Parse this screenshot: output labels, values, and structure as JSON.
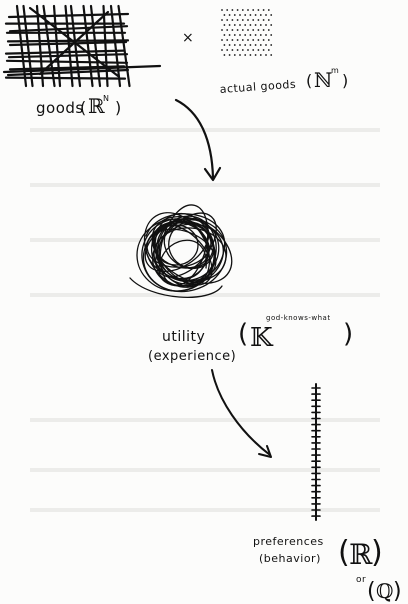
{
  "labels": {
    "goods": "goods",
    "goods_space": "ℝ",
    "goods_exp": "N",
    "times": "×",
    "actual_goods": "actual goods",
    "actual_space": "ℕ",
    "actual_exp": "m",
    "utility": "utility",
    "experience": "(experience)",
    "utility_space": "𝕂",
    "utility_exp": "god-knows-what",
    "preferences": "preferences",
    "behavior": "(behavior)",
    "pref_space_1": "ℝ",
    "or": "or",
    "pref_space_2": "ℚ"
  },
  "colors": {
    "ink": "#111111",
    "paper": "#fcfcfb"
  },
  "icons": {
    "goods": "crosshatch-grid-icon",
    "actual_goods": "dot-lattice-icon",
    "utility": "scribble-ball-icon",
    "preferences": "number-line-icon"
  }
}
